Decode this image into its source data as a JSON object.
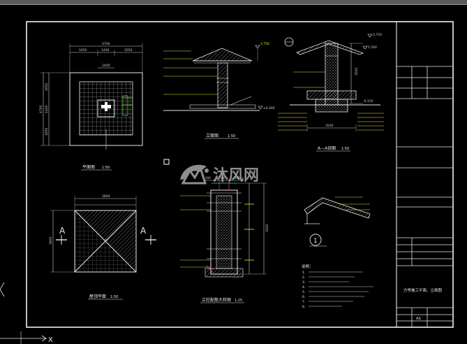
{
  "window": {
    "bar_color": "#5a5a5a",
    "background": "#000000"
  },
  "colors": {
    "frame": "#ffffff",
    "line": "#e8e8e8",
    "dim": "#cfcfcf",
    "yellow": "#e6e63a",
    "green": "#47d147",
    "cyan": "#2fd1e6",
    "magenta": "#e040e0",
    "red": "#e03a3a",
    "watermark": "#8e8e8e"
  },
  "watermark": {
    "text": "沐风网",
    "icon": "mf-logo-icon"
  },
  "titles": {
    "plan": "平面图",
    "plan_scale": "1:50",
    "elevation": "立面图",
    "elevation_scale": "1:50",
    "section": "A—A剖面",
    "section_scale": "1:50",
    "roof": "屋顶平面",
    "roof_scale": "1:50",
    "column": "立柱配筋大样图",
    "column_scale": "1:25",
    "detail_mark": "1"
  },
  "section_markers": {
    "left": "A",
    "right": "A"
  },
  "dimensions": {
    "plan_top_total": "4700",
    "plan_top_parts": [
      "1650",
      "1400",
      "1650"
    ],
    "plan_inner_top": "1400",
    "plan_left_total": "4700",
    "plan_left_parts": [
      "1650",
      "1400",
      "1650"
    ],
    "roof_top": "3800",
    "roof_left": "3800",
    "elev_level_top": "3.750",
    "elev_level_ground": "±0.000",
    "section_level_top": "3.750",
    "section_level_mid": "2.500",
    "section_height": "3500",
    "section_width": "3500",
    "section_base": "-0.150",
    "column_height": "3500",
    "column_parts": [
      "200",
      "300",
      "200"
    ]
  },
  "notes": {
    "heading": "说明：",
    "lines": [
      "1.",
      "2.",
      "3.",
      "4.",
      "5.",
      "6.",
      "7.",
      "8."
    ]
  },
  "title_block": {
    "drawing_name": "方亭施工平面、立面图",
    "drawing_no": "A1"
  },
  "status": {
    "axis_label": "X"
  }
}
